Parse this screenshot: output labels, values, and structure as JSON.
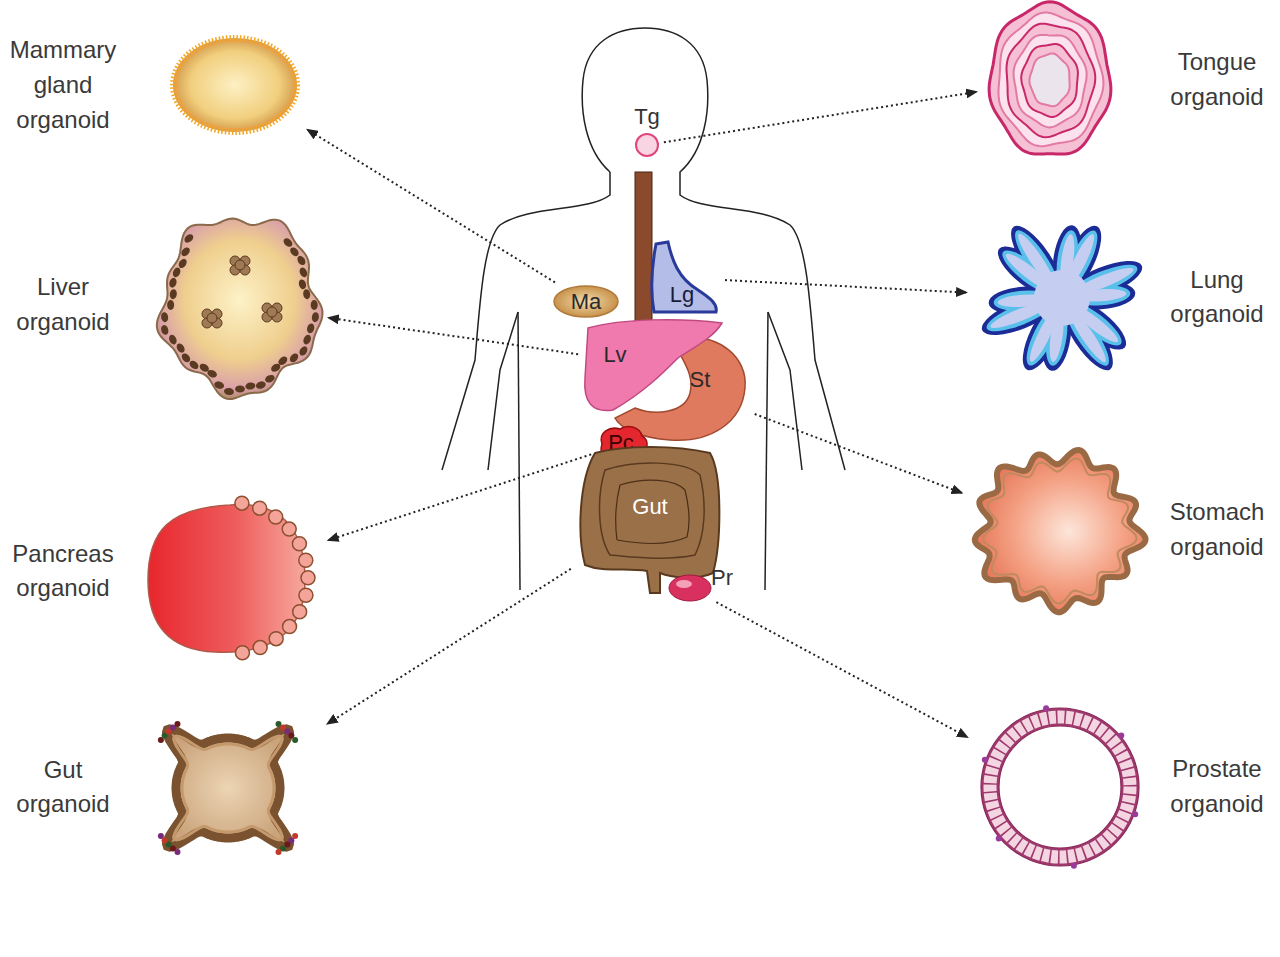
{
  "diagram": {
    "nodes": [
      {
        "text": [
          "Mammary gland organoid"
        ]
      },
      {
        "text": [
          "Tg"
        ]
      },
      {
        "text": [
          "Tongue organoid"
        ]
      },
      {
        "text": [
          "Liver organoid"
        ]
      },
      {
        "text": [
          "Ma"
        ]
      },
      {
        "text": [
          "Lg"
        ]
      },
      {
        "text": [
          "Lung organoid"
        ]
      },
      {
        "text": [
          "Lv"
        ]
      },
      {
        "text": [
          "St"
        ]
      },
      {
        "text": [
          "Pancreas organoid"
        ]
      },
      {
        "text": [
          "Pc"
        ]
      },
      {
        "text": [
          "Gut"
        ]
      },
      {
        "text": [
          "Stomach organoid"
        ]
      },
      {
        "text": [
          "Gut organoid"
        ]
      },
      {
        "text": [
          "Pr"
        ]
      },
      {
        "text": [
          "Prostate organoid"
        ]
      }
    ],
    "edges": [
      {
        "from": 4,
        "to": 0,
        "arrow": "to"
      },
      {
        "from": 1,
        "to": 2,
        "arrow": "to"
      },
      {
        "from": 7,
        "to": 3,
        "arrow": "to"
      },
      {
        "from": 5,
        "to": 6,
        "arrow": "to"
      },
      {
        "from": 10,
        "to": 9,
        "arrow": "to"
      },
      {
        "from": 8,
        "to": 12,
        "arrow": "to"
      },
      {
        "from": 11,
        "to": 13,
        "arrow": "to"
      },
      {
        "from": 14,
        "to": 15,
        "arrow": "to"
      }
    ]
  }
}
